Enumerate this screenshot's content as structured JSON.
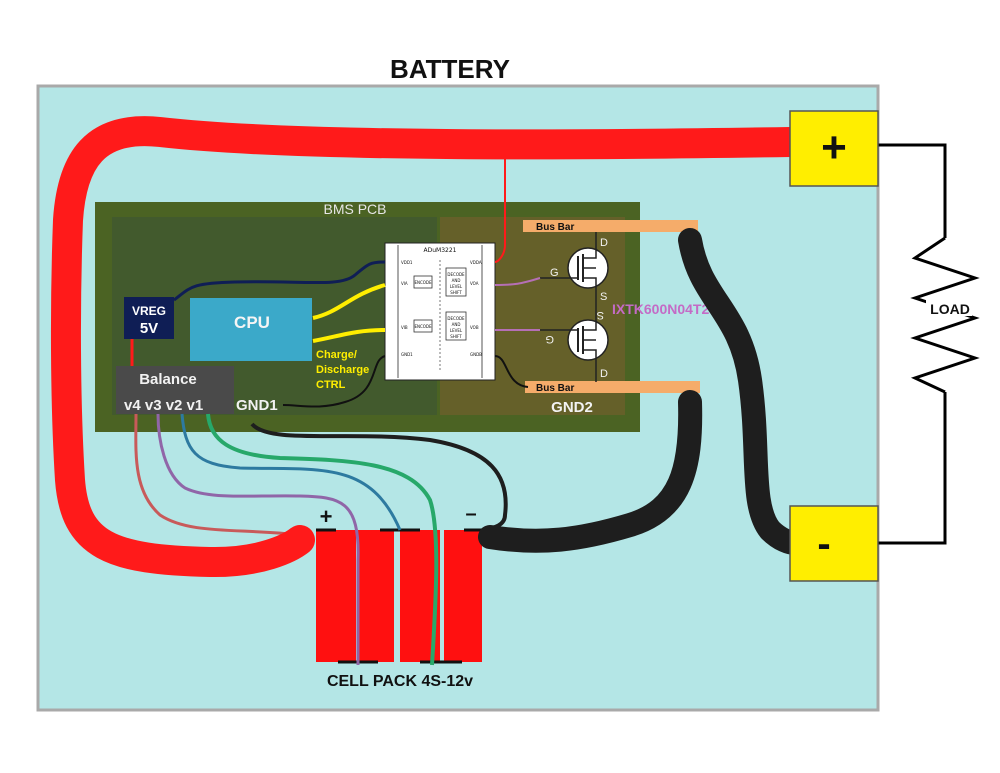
{
  "title": "BATTERY",
  "terminals": {
    "plus": "+",
    "minus": "-"
  },
  "load": {
    "label": "LOAD"
  },
  "bms": {
    "label": "BMS PCB",
    "vreg": {
      "line1": "VREG",
      "line2": "5V"
    },
    "cpu": "CPU",
    "charge_ctrl": [
      "Charge/",
      "Discharge",
      "CTRL"
    ],
    "balance": {
      "title": "Balance",
      "pins": "v4 v3 v2 v1",
      "gnd": "GND1"
    },
    "isolator": {
      "part": "ADuM3221",
      "pins_left": [
        "VDD1",
        "VIA",
        "VIB",
        "GND1"
      ],
      "pins_right": [
        "VDDA",
        "VOA",
        "VOB",
        "GNDB"
      ],
      "blocks": [
        "ENCODE",
        "DECODE",
        "AND",
        "LEVEL",
        "SHIFT"
      ]
    },
    "busbar_top": "Bus Bar",
    "busbar_bottom": "Bus Bar",
    "gnd2": "GND2",
    "mosfet": {
      "part": "IXTK600N04T2",
      "pin_g": "G",
      "pin_d": "D",
      "pin_s": "S"
    }
  },
  "cell_pack": {
    "label": "CELL PACK 4S-12v",
    "plus": "+",
    "minus": "–"
  },
  "colors": {
    "background": "#b4e6e6",
    "frame": "#a9a9a9",
    "red_wire": "#ff1a1a",
    "black_wire": "#1e1e1e",
    "pcb": "#4b6323",
    "cpu": "#3ba9c9",
    "vreg": "#0f1e55",
    "terminal": "#ffee00",
    "busbar": "#f5ac6a",
    "charge_text": "#ffee00",
    "mosfet_label": "#c46bc6",
    "cell": "#ff1010"
  }
}
